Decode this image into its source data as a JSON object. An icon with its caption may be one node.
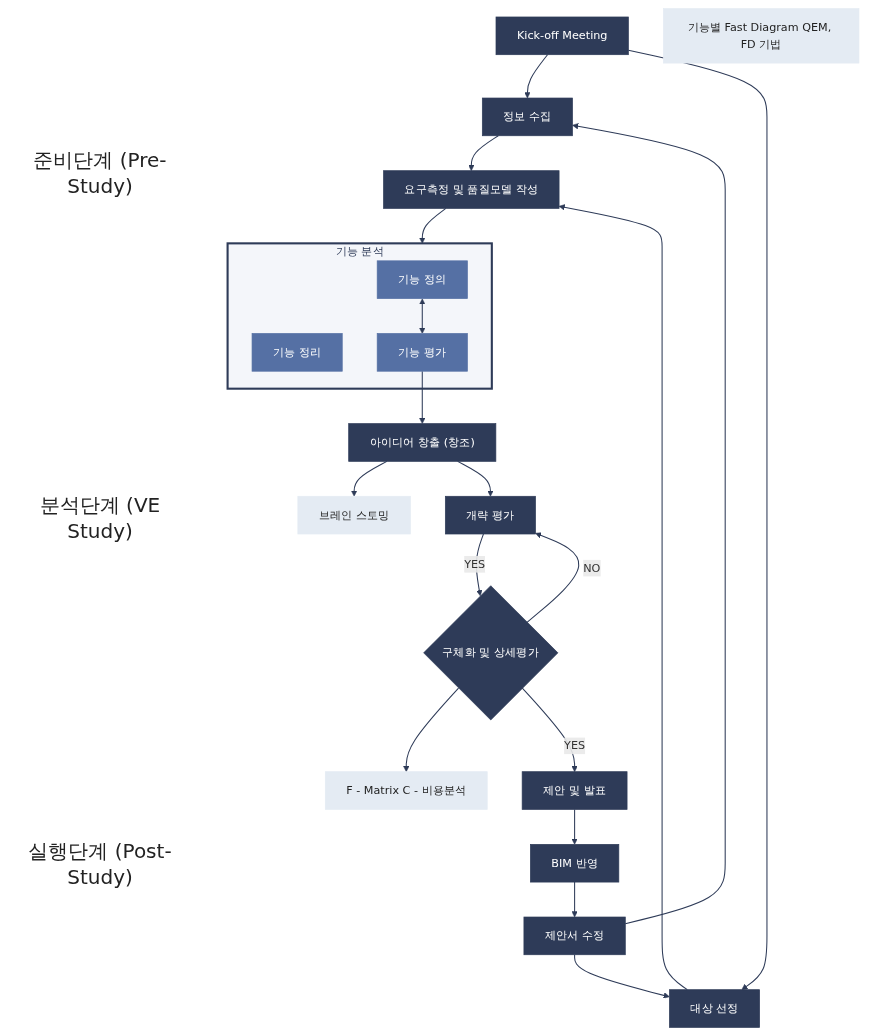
{
  "diagram": {
    "nodes": [
      {
        "text": [
          "Kick-off Meeting"
        ]
      },
      {
        "text": [
          "정보 수집"
        ]
      },
      {
        "text": [
          "대상 선정"
        ]
      },
      {
        "text": [
          "요구측정 및 품질모델 작성"
        ]
      },
      {
        "text": [
          "기능 분석"
        ]
      },
      {
        "text": [
          "기능 정의"
        ],
        "in": 4
      },
      {
        "text": [
          "기능 정리"
        ],
        "in": 4
      },
      {
        "text": [
          "기능 평가"
        ],
        "in": 4
      },
      {
        "text": [
          "기능별 Fast Diagram QEM, FD 기법"
        ]
      },
      {
        "text": [
          "아이디어 창출 (창조)"
        ]
      },
      {
        "text": [
          "브레인 스토밍"
        ]
      },
      {
        "text": [
          "개략 평가"
        ]
      },
      {
        "text": [
          "구체화 및 상세평가"
        ]
      },
      {
        "text": [
          "F - Matrix C - 비용분석"
        ]
      },
      {
        "text": [
          "제안 및 발표"
        ]
      },
      {
        "text": [
          "BIM 반영"
        ]
      },
      {
        "text": [
          "제안서 수정"
        ]
      }
    ],
    "edges": [
      {
        "from": 0,
        "to": 1,
        "arrow": "to"
      },
      {
        "from": 0,
        "to": 2,
        "arrow": "to"
      },
      {
        "from": 1,
        "to": 3,
        "arrow": "to"
      },
      {
        "from": 2,
        "to": 3,
        "arrow": "to"
      },
      {
        "from": 3,
        "to": 4,
        "arrow": "to"
      },
      {
        "from": 5,
        "to": 7,
        "arrow": "both"
      },
      {
        "from": 7,
        "to": 9,
        "arrow": "to"
      },
      {
        "from": 9,
        "to": 10,
        "arrow": "to"
      },
      {
        "from": 9,
        "to": 11,
        "arrow": "to"
      },
      {
        "from": 11,
        "to": 12,
        "label": "YES",
        "arrow": "to"
      },
      {
        "from": 12,
        "to": 11,
        "label": "NO",
        "arrow": "to"
      },
      {
        "from": 12,
        "to": 13,
        "arrow": "to"
      },
      {
        "from": 12,
        "to": 14,
        "label": "YES",
        "arrow": "to"
      },
      {
        "from": 14,
        "to": 15,
        "arrow": "to"
      },
      {
        "from": 15,
        "to": 16,
        "arrow": "to"
      },
      {
        "from": 16,
        "to": 1,
        "arrow": "to"
      },
      {
        "from": 16,
        "to": 2,
        "arrow": "to"
      }
    ],
    "labels": [
      "준비단계 (Pre-Study)",
      "분석단계 (VE Study)",
      "실행단계 (Post-Study)"
    ]
  }
}
